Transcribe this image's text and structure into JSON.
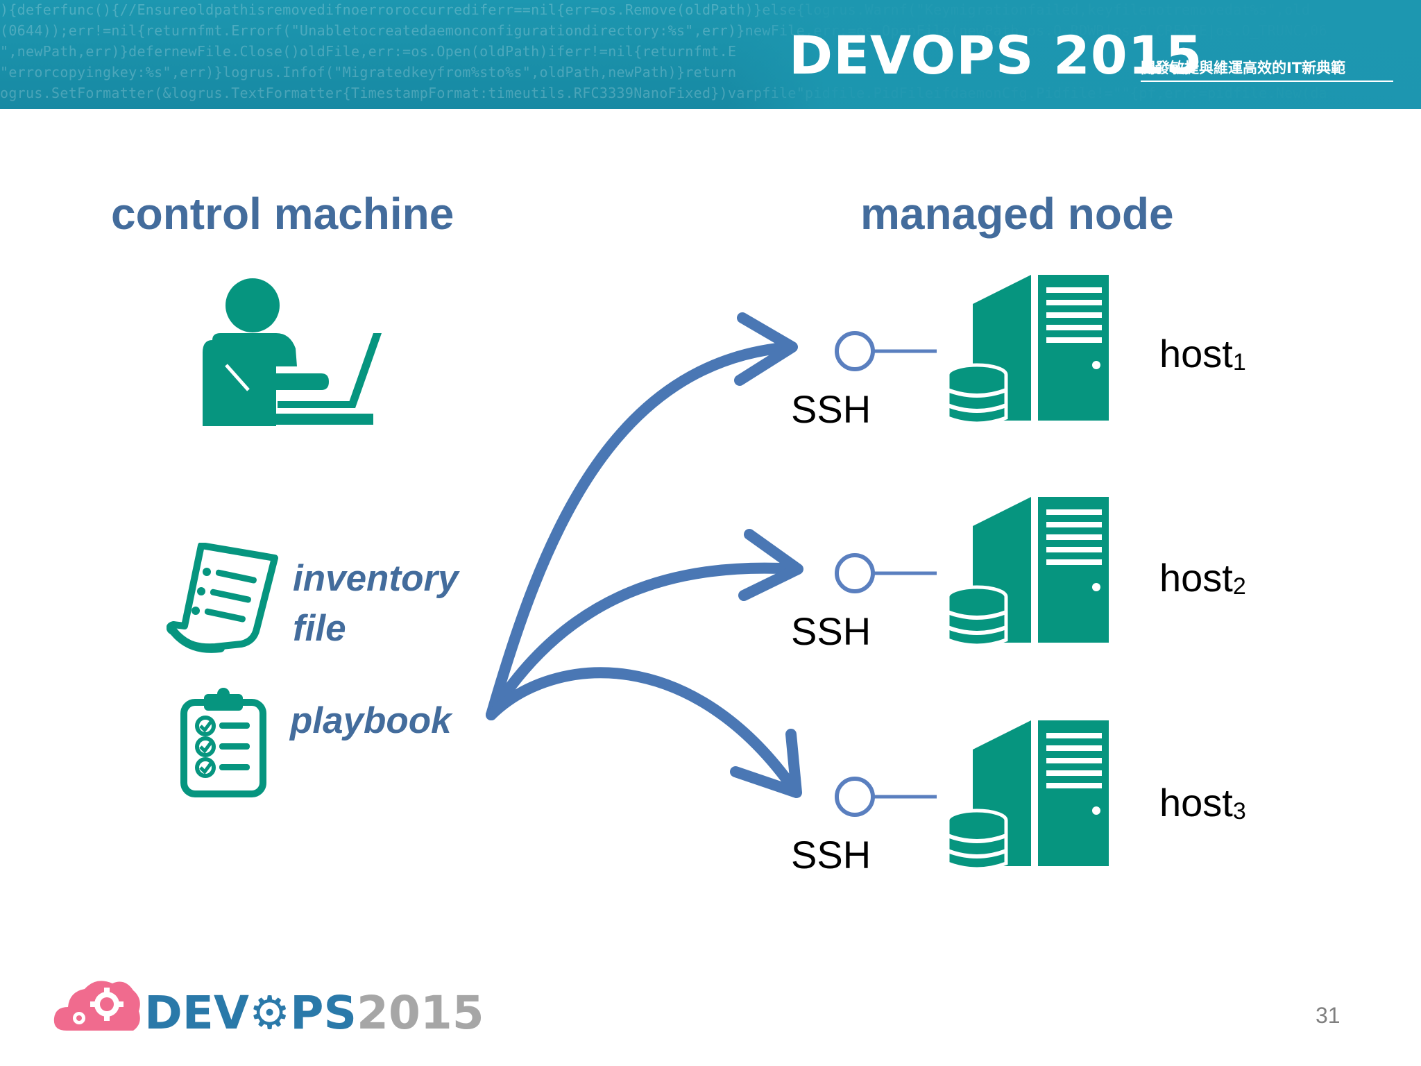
{
  "banner": {
    "title": "DEVOPS 2015",
    "tagline": "開發敏捷與維運高效的IT新典範",
    "code_lines": [
      "){deferfunc(){//Ensureoldpathisremovedifnoerroroccurrediferr==nil{err=os.Remove(oldPath)}else{logrus.Warnf(\"Keymigrationfailed,keyfilenotremovedat%s\",old",
      "(0644));err!=nil{returnfmt.Errorf(\"Unabletocreatedaemonconfigurationdirectory:%s\",err)}newFile,err:=os.OpenFile(newPath,os.O_RDWR|os.O_CREATE|os.O_TRUNC,06",
      "\",newPath,err)}defernewFile.Close()oldFile,err:=os.Open(oldPath)iferr!=nil{returnfmt.E",
      "\"errorcopyingkey:%s\",err)}logrus.Infof(\"Migratedkeyfrom%sto%s\",oldPath,newPath)}return",
      "ogrus.SetFormatter(&logrus.TextFormatter{TimestampFormat:timeutils.RFC3339NanoFixed})varpfile\"pidfile.PidFileifdaemonCfg.Pidfile!=\"\"{pf,err:=pidfile.New(da"
    ]
  },
  "control": {
    "heading": "control machine",
    "inventory_line1": "inventory",
    "inventory_line2": "file",
    "playbook": "playbook"
  },
  "managed": {
    "heading": "managed node",
    "hosts": [
      {
        "name": "host",
        "index": "1",
        "protocol": "SSH"
      },
      {
        "name": "host",
        "index": "2",
        "protocol": "SSH"
      },
      {
        "name": "host",
        "index": "3",
        "protocol": "SSH"
      }
    ]
  },
  "footer": {
    "logo_dev": "DEV",
    "logo_ps": "PS",
    "logo_year": "2015",
    "page_number": "31"
  },
  "colors": {
    "teal": "#06957f",
    "heading_blue": "#436c9c",
    "arrow_blue": "#4a77b4",
    "banner": "#1d97b0",
    "logo_pink": "#f06b8e"
  }
}
